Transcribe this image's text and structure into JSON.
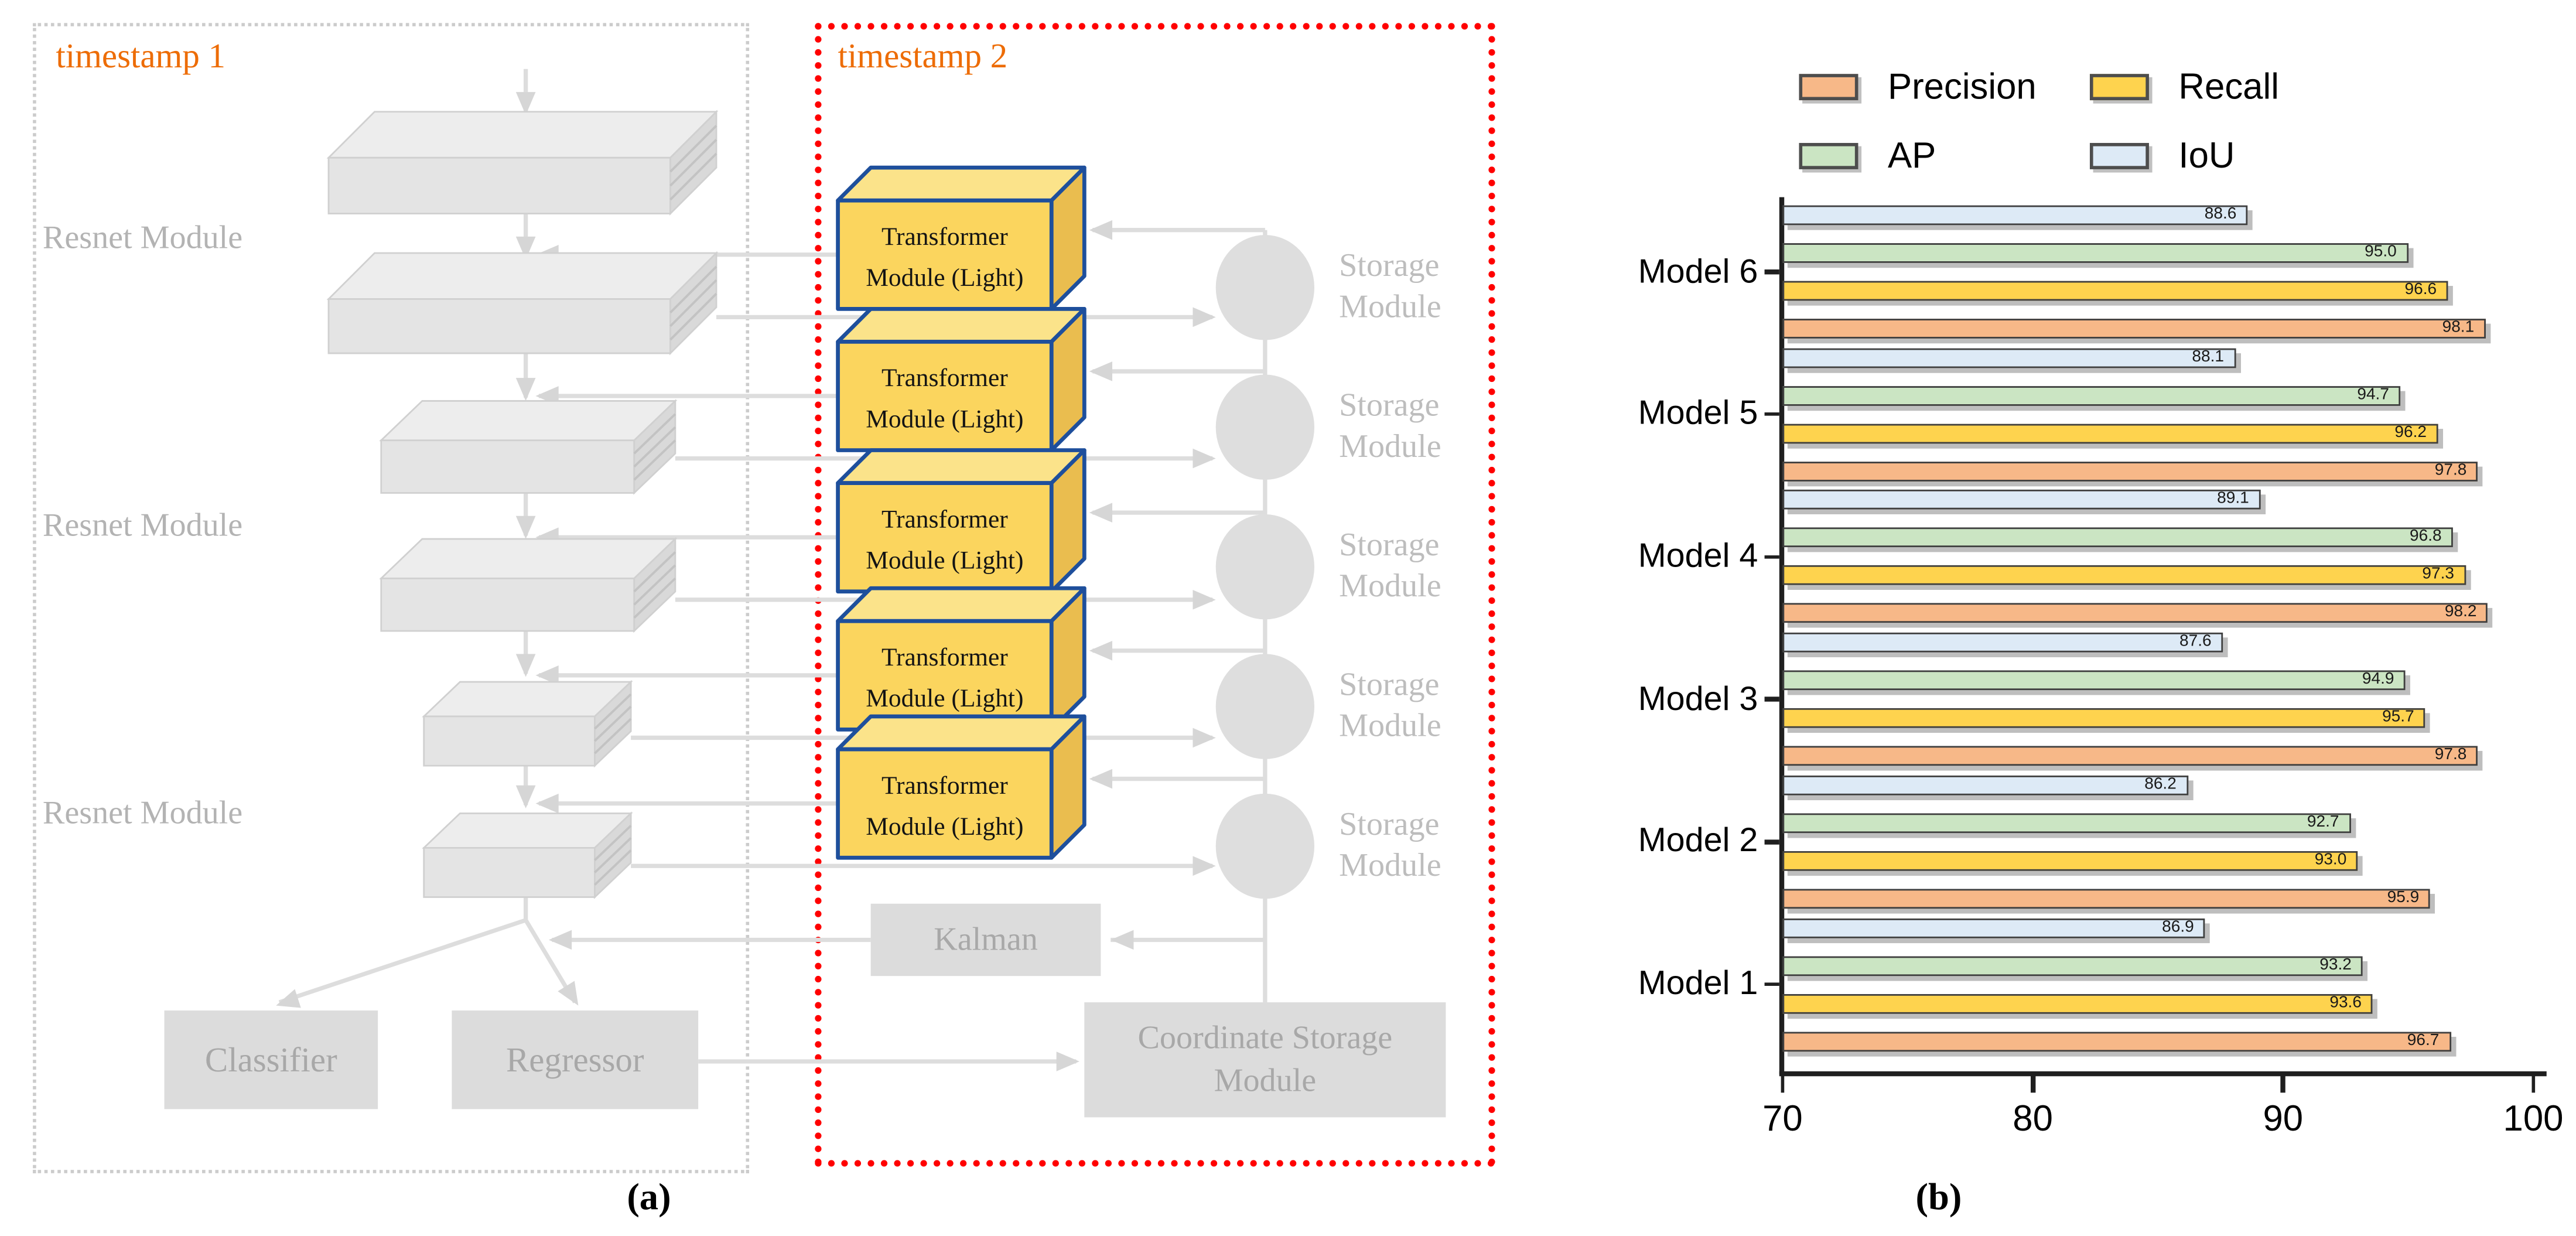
{
  "panel_a": {
    "caption": "(a)",
    "timestamp1_label": "timestamp 1",
    "timestamp2_label": "timestamp 2",
    "resnet_module_labels": [
      "Resnet Module",
      "Resnet Module",
      "Resnet Module"
    ],
    "transformer_modules": [
      {
        "line1": "Transformer",
        "line2": "Module (Light)"
      },
      {
        "line1": "Transformer",
        "line2": "Module (Light)"
      },
      {
        "line1": "Transformer",
        "line2": "Module (Light)"
      },
      {
        "line1": "Transformer",
        "line2": "Module (Light)"
      },
      {
        "line1": "Transformer",
        "line2": "Module (Light)"
      }
    ],
    "storage_modules": [
      {
        "line1": "Storage",
        "line2": "Module"
      },
      {
        "line1": "Storage",
        "line2": "Module"
      },
      {
        "line1": "Storage",
        "line2": "Module"
      },
      {
        "line1": "Storage",
        "line2": "Module"
      },
      {
        "line1": "Storage",
        "line2": "Module"
      }
    ],
    "kalman_label": "Kalman",
    "classifier_label": "Classifier",
    "regressor_label": "Regressor",
    "coordinate_storage_module": {
      "line1": "Coordinate Storage",
      "line2": "Module"
    },
    "colors": {
      "timestamp_text": "#ed6c05",
      "timestamp1_border": "#cccccc",
      "timestamp2_border": "#ff0000",
      "connector": "#dddddd",
      "module_fill": "#dcdcdc",
      "slab_front": "#e4e4e4",
      "slab_top": "#ededed",
      "slab_side": "#d9d9d9",
      "transformer_front": "#fbd55e",
      "transformer_top": "#fbe38a",
      "transformer_side": "#eabd4f",
      "transformer_border": "#1e4f9c"
    }
  },
  "panel_b": {
    "caption": "(b)"
  },
  "chart_data": {
    "type": "bar",
    "orientation": "horizontal",
    "title": "",
    "xlabel": "",
    "ylabel": "",
    "xlim": [
      70,
      100
    ],
    "xticks": [
      "70",
      "80",
      "90",
      "100"
    ],
    "grid": false,
    "legend_position": "top",
    "legend_order": [
      "Precision",
      "Recall",
      "AP",
      "IoU"
    ],
    "category_order_top_to_bottom": [
      "Model 6",
      "Model 5",
      "Model 4",
      "Model 3",
      "Model 2",
      "Model 1"
    ],
    "bar_order_top_to_bottom_within_group": [
      "IoU",
      "AP",
      "Recall",
      "Precision"
    ],
    "categories": [
      "Model 1",
      "Model 2",
      "Model 3",
      "Model 4",
      "Model 5",
      "Model 6"
    ],
    "series": [
      {
        "name": "Precision",
        "color": "#f7b888",
        "values": [
          96.7,
          95.9,
          97.8,
          98.2,
          97.8,
          98.1
        ],
        "value_labels": [
          "96.7",
          "95.9",
          "97.8",
          "98.2",
          "97.8",
          "98.1"
        ]
      },
      {
        "name": "Recall",
        "color": "#fed34e",
        "values": [
          93.6,
          93.0,
          95.7,
          97.3,
          96.2,
          96.6
        ],
        "value_labels": [
          "93.6",
          "93.0",
          "95.7",
          "97.3",
          "96.2",
          "96.6"
        ]
      },
      {
        "name": "AP",
        "color": "#cbe5c3",
        "values": [
          93.2,
          92.7,
          94.9,
          96.8,
          94.7,
          95.0
        ],
        "value_labels": [
          "93.2",
          "92.7",
          "94.9",
          "96.8",
          "94.7",
          "95.0"
        ]
      },
      {
        "name": "IoU",
        "color": "#ddeaf6",
        "values": [
          86.9,
          86.2,
          87.6,
          89.1,
          88.1,
          88.6
        ],
        "value_labels": [
          "86.9",
          "86.2",
          "87.6",
          "89.1",
          "88.1",
          "88.6"
        ]
      }
    ]
  }
}
